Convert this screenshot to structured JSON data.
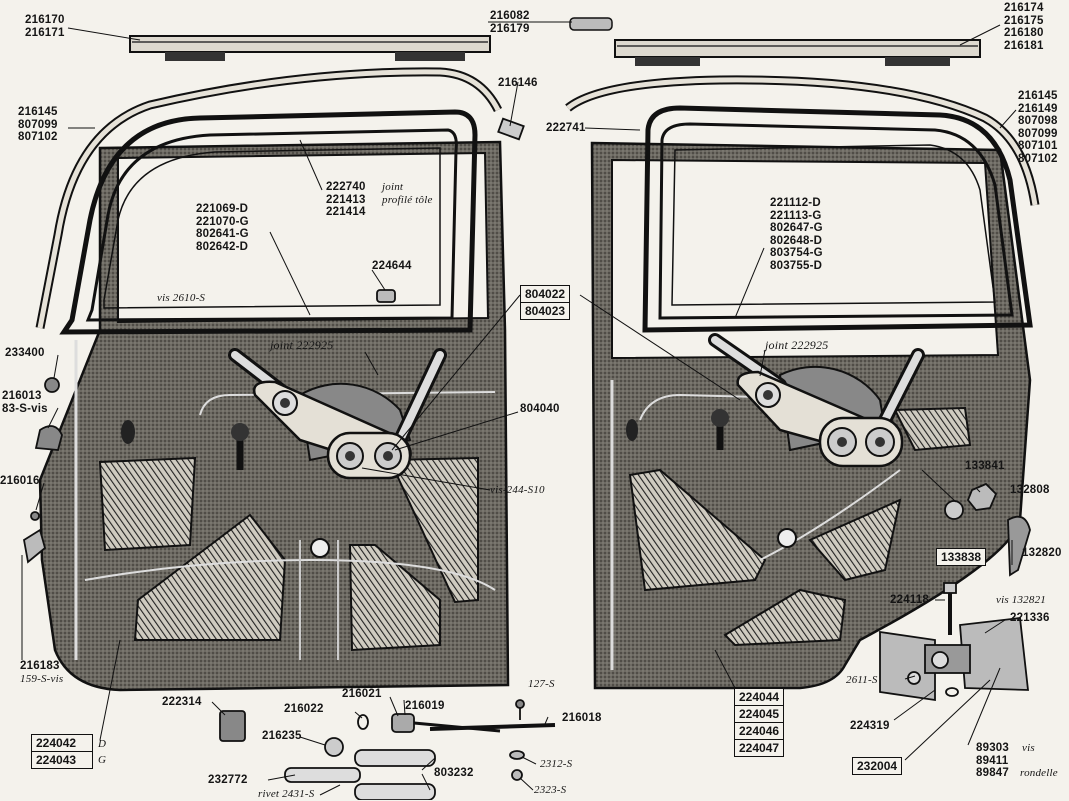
{
  "colors": {
    "ink": "#151515",
    "paper": "#f4f2ec",
    "hatch": "#2a2a2a",
    "panel": "#5a5a5a"
  },
  "labels": {
    "l1": [
      "216170",
      "216171"
    ],
    "l2": [
      "216082",
      "216179"
    ],
    "l3": [
      "216174",
      "216175",
      "216180",
      "216181"
    ],
    "l4": [
      "216146"
    ],
    "l5": [
      "216145",
      "807099",
      "807102"
    ],
    "l6": [
      "216145",
      "216149",
      "807098",
      "807099",
      "807101",
      "807102"
    ],
    "l7": [
      "222741"
    ],
    "l8": [
      "222740",
      "221413",
      "221414"
    ],
    "l8note": [
      "joint",
      "profilé tôle"
    ],
    "l9": [
      "221069-D",
      "221070-G",
      "802641-G",
      "802642-D"
    ],
    "l10": [
      "224644"
    ],
    "l11": [
      "221112-D",
      "221113-G",
      "802647-G",
      "802648-D",
      "803754-G",
      "803755-D"
    ],
    "l12": "vis 2610-S",
    "l13": "joint 222925",
    "l14": "joint 222925",
    "l15": [
      "233400"
    ],
    "l16": [
      "216013",
      "83-S-vis"
    ],
    "l17": [
      "804040"
    ],
    "l18": "vis-244-S10",
    "l19": [
      "216016"
    ],
    "l20": [
      "133841"
    ],
    "l21": [
      "132808"
    ],
    "l22": [
      "132820"
    ],
    "l23": "vis 132821",
    "l24": [
      "224118"
    ],
    "l25": [
      "221336"
    ],
    "l26": [
      "216183",
      "159-S-vis"
    ],
    "l27": [
      "222314"
    ],
    "l28": [
      "216021"
    ],
    "l29": [
      "216022"
    ],
    "l30": [
      "216019"
    ],
    "l31": [
      "127-S"
    ],
    "l32": [
      "216018"
    ],
    "l33": [
      "216235"
    ],
    "l34": [
      "2312-S"
    ],
    "l35": [
      "2323-S"
    ],
    "l36": [
      "232772"
    ],
    "l37": [
      "803232"
    ],
    "l38": "rivet 2431-S",
    "l39": [
      "2611-S"
    ],
    "l40": [
      "224319"
    ],
    "l41": [
      "89303",
      "89411",
      "89847"
    ],
    "l41note": [
      "vis",
      "rondelle"
    ]
  },
  "boxes": {
    "b1": [
      "804022",
      "804023"
    ],
    "b2": [
      "224042",
      "224043"
    ],
    "b2sfx": [
      "D",
      "G"
    ],
    "b3": [
      "224044",
      "224045",
      "224046",
      "224047"
    ],
    "b4": [
      "133838"
    ],
    "b5": [
      "232004"
    ]
  }
}
